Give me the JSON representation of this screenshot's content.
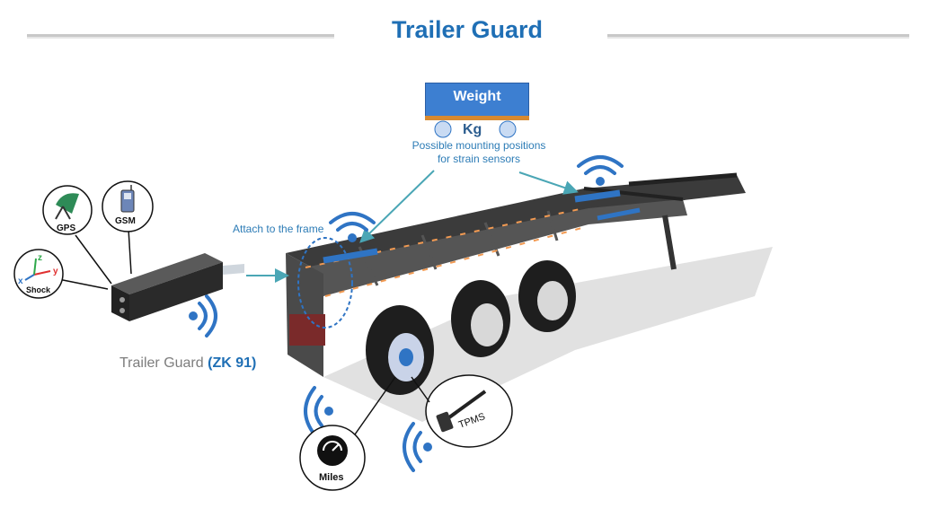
{
  "title": "Trailer Guard",
  "weight_box": {
    "label": "Weight",
    "unit": "Kg"
  },
  "mount_note_line1": "Possible mounting positions",
  "mount_note_line2": "for strain sensors",
  "attach_label": "Attach to the frame",
  "product": {
    "name": "Trailer Guard",
    "model": "(ZK 91)"
  },
  "sensors": {
    "gps": "GPS",
    "gsm": "GSM",
    "shock": "Shock",
    "axis_x": "x",
    "axis_y": "y",
    "axis_z": "z",
    "tpms": "TPMS",
    "miles": "Miles"
  },
  "colors": {
    "title": "#1f6fb5",
    "accent_blue": "#3d7fd1",
    "arrow_teal": "#4aa6b5",
    "wifi_blue": "#2f74c4"
  },
  "icons": [
    "gps-dish-icon",
    "gsm-phone-icon",
    "axis-icon",
    "wifi-icon",
    "tpms-sensor-icon",
    "odometer-icon"
  ]
}
